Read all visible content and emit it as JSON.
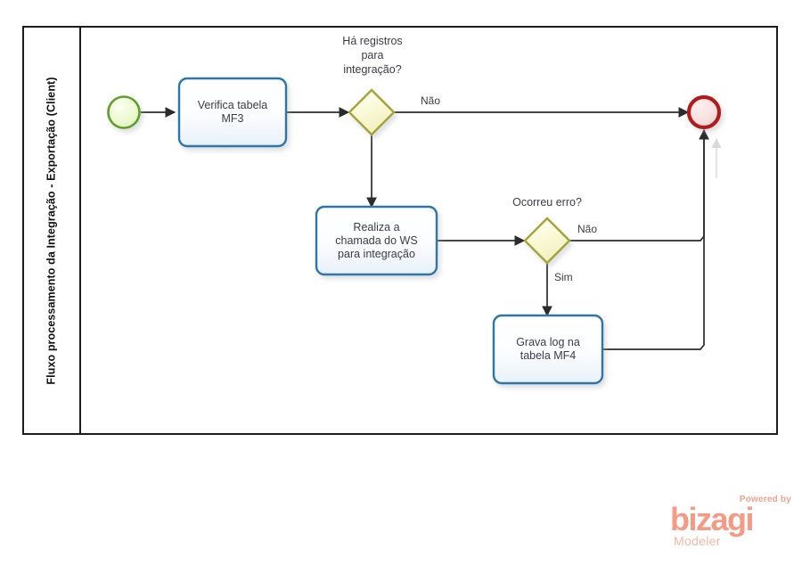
{
  "diagram": {
    "type": "bpmn-process",
    "pool": {
      "lane_title": "Fluxo processamento da Integração - Exportação (Client)",
      "border_color": "#1c1c1c"
    },
    "colors": {
      "task_border": "#2e75a8",
      "task_fill_top": "#ffffff",
      "task_fill_bottom": "#eaf1f8",
      "gateway_border": "#a5a338",
      "gateway_fill": "#fbfbd8",
      "start_border": "#5f9e2a",
      "start_fill": "#f2fbdd",
      "end_border": "#b01a1a",
      "end_fill": "#fbe4e4",
      "flow_line": "#2b2b2b",
      "label_text": "#3b3b4a",
      "logo": "#f49a85"
    },
    "nodes": [
      {
        "id": "start",
        "kind": "start-event",
        "label": ""
      },
      {
        "id": "task1",
        "kind": "task",
        "label": "Verifica tabela MF3",
        "lines": [
          "Verifica tabela",
          "MF3"
        ]
      },
      {
        "id": "gw1",
        "kind": "exclusive-gateway",
        "label": "Há registros para integração?",
        "lines": [
          "Há registros",
          "para",
          "integração?"
        ]
      },
      {
        "id": "task2",
        "kind": "task",
        "label": "Realiza a chamada do  WS para integração",
        "lines": [
          "Realiza a",
          "chamada do  WS",
          "para integração"
        ]
      },
      {
        "id": "gw2",
        "kind": "exclusive-gateway",
        "label": "Ocorreu erro?",
        "lines": [
          "Ocorreu erro?"
        ]
      },
      {
        "id": "task3",
        "kind": "task",
        "label": "Grava log na tabela MF4",
        "lines": [
          "Grava log na",
          "tabela MF4"
        ]
      },
      {
        "id": "end",
        "kind": "end-event",
        "label": ""
      }
    ],
    "flows": [
      {
        "from": "start",
        "to": "task1",
        "label": ""
      },
      {
        "from": "task1",
        "to": "gw1",
        "label": ""
      },
      {
        "from": "gw1",
        "to": "end",
        "label": "Não"
      },
      {
        "from": "gw1",
        "to": "task2",
        "label": ""
      },
      {
        "from": "task2",
        "to": "gw2",
        "label": ""
      },
      {
        "from": "gw2",
        "to": "end",
        "label": "Não"
      },
      {
        "from": "gw2",
        "to": "task3",
        "label": "Sim"
      },
      {
        "from": "task3",
        "to": "end",
        "label": ""
      }
    ]
  },
  "logo": {
    "powered": "Powered by",
    "name": "bizagi",
    "product": "Modeler"
  }
}
